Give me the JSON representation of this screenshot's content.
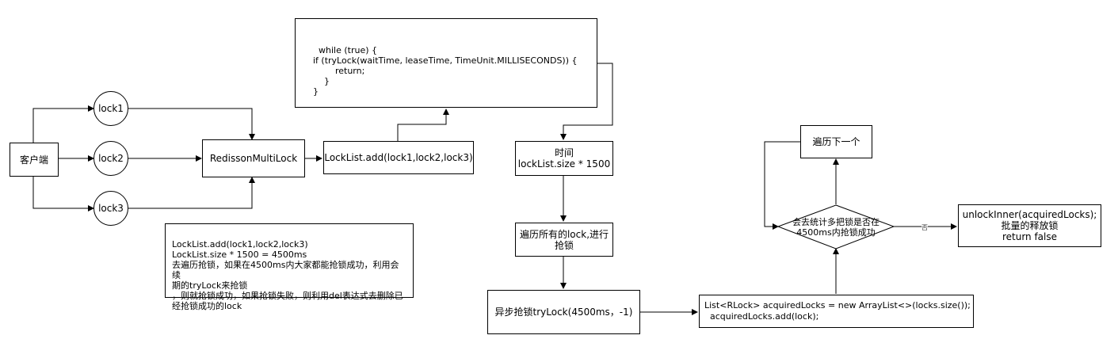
{
  "nodes": {
    "client": "客户端",
    "lock1": "lock1",
    "lock2": "lock2",
    "lock3": "lock3",
    "multilock": "RedissonMultiLock",
    "locklist_add": "LockList.add(lock1,lock2,lock3)",
    "code_block": "while (true) {\nif (tryLock(waitTime, leaseTime, TimeUnit.MILLISECONDS)) {\n        return;\n    }\n}",
    "time_box": "时间\nlockList.size * 1500",
    "iterate_box": "遍历所有的lock,进行\n抢锁",
    "async_box": "异步抢锁tryLock(4500ms，-1)",
    "acquired_box": "List<RLock> acquiredLocks = new ArrayList<>(locks.size());\n  acquiredLocks.add(lock);",
    "decision": "会去统计多把锁是否在\n4500ms内抢锁成功",
    "next_box": "遍历下一个",
    "unlock_box": "unlockInner(acquiredLocks);\n批量的释放锁\nreturn false",
    "note": "LockList.add(lock1,lock2,lock3)\nLockList.size * 1500 = 4500ms\n去遍历抢锁，如果在4500ms内大家都能抢锁成功，利用会续\n期的tryLock来抢锁\n，则就抢锁成功，如果抢锁失败，则利用del表达式去删除已\n经抢锁成功的lock"
  },
  "edge_labels": {
    "no": "否"
  }
}
